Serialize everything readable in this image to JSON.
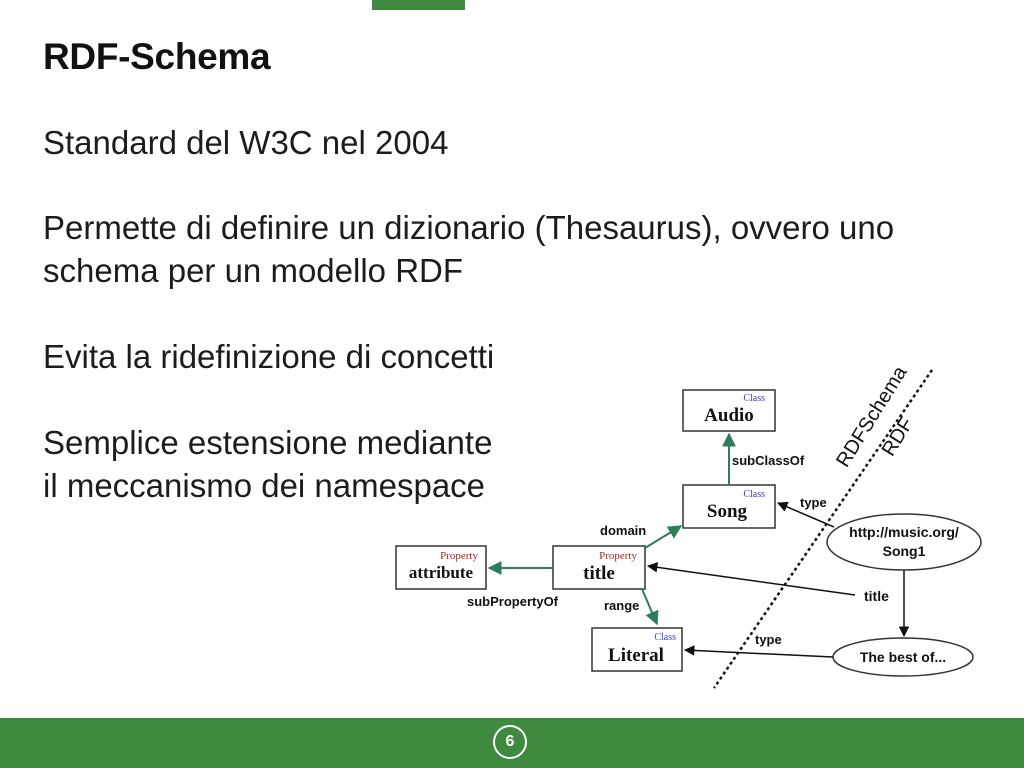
{
  "slide": {
    "title": "RDF-Schema",
    "bullets": [
      {
        "lines": [
          "Standard del W3C nel 2004"
        ]
      },
      {
        "lines": [
          "Permette di definire un dizionario (Thesaurus), ovvero uno",
          "schema per un modello RDF"
        ]
      },
      {
        "lines": [
          "Evita la ridefinizione di concetti"
        ]
      },
      {
        "lines": [
          "Semplice estensione mediante",
          "il meccanismo dei namespace"
        ]
      }
    ],
    "page_number": "6"
  },
  "diagram": {
    "divider": {
      "upper": "RDFSchema",
      "lower": "RDF"
    },
    "nodes": {
      "audio": {
        "kind": "Class",
        "label": "Audio"
      },
      "song": {
        "kind": "Class",
        "label": "Song"
      },
      "title": {
        "kind": "Property",
        "label": "title"
      },
      "attribute": {
        "kind": "Property",
        "label": "attribute"
      },
      "literal": {
        "kind": "Class",
        "label": "Literal"
      },
      "song1": {
        "label_lines": [
          "http://music.org/",
          "Song1"
        ]
      },
      "bestof": {
        "label": "The best of..."
      }
    },
    "edges": {
      "subclassof": "subClassOf",
      "domain": "domain",
      "range": "range",
      "subpropertyof": "subPropertyOf",
      "type_song": "type",
      "title_edge": "title",
      "type_literal": "type"
    },
    "colors": {
      "schema_arrow": "#2e7d5b",
      "instance_arrow": "#111111",
      "class_label": "#3b3bc8",
      "property_label": "#b32020"
    }
  }
}
